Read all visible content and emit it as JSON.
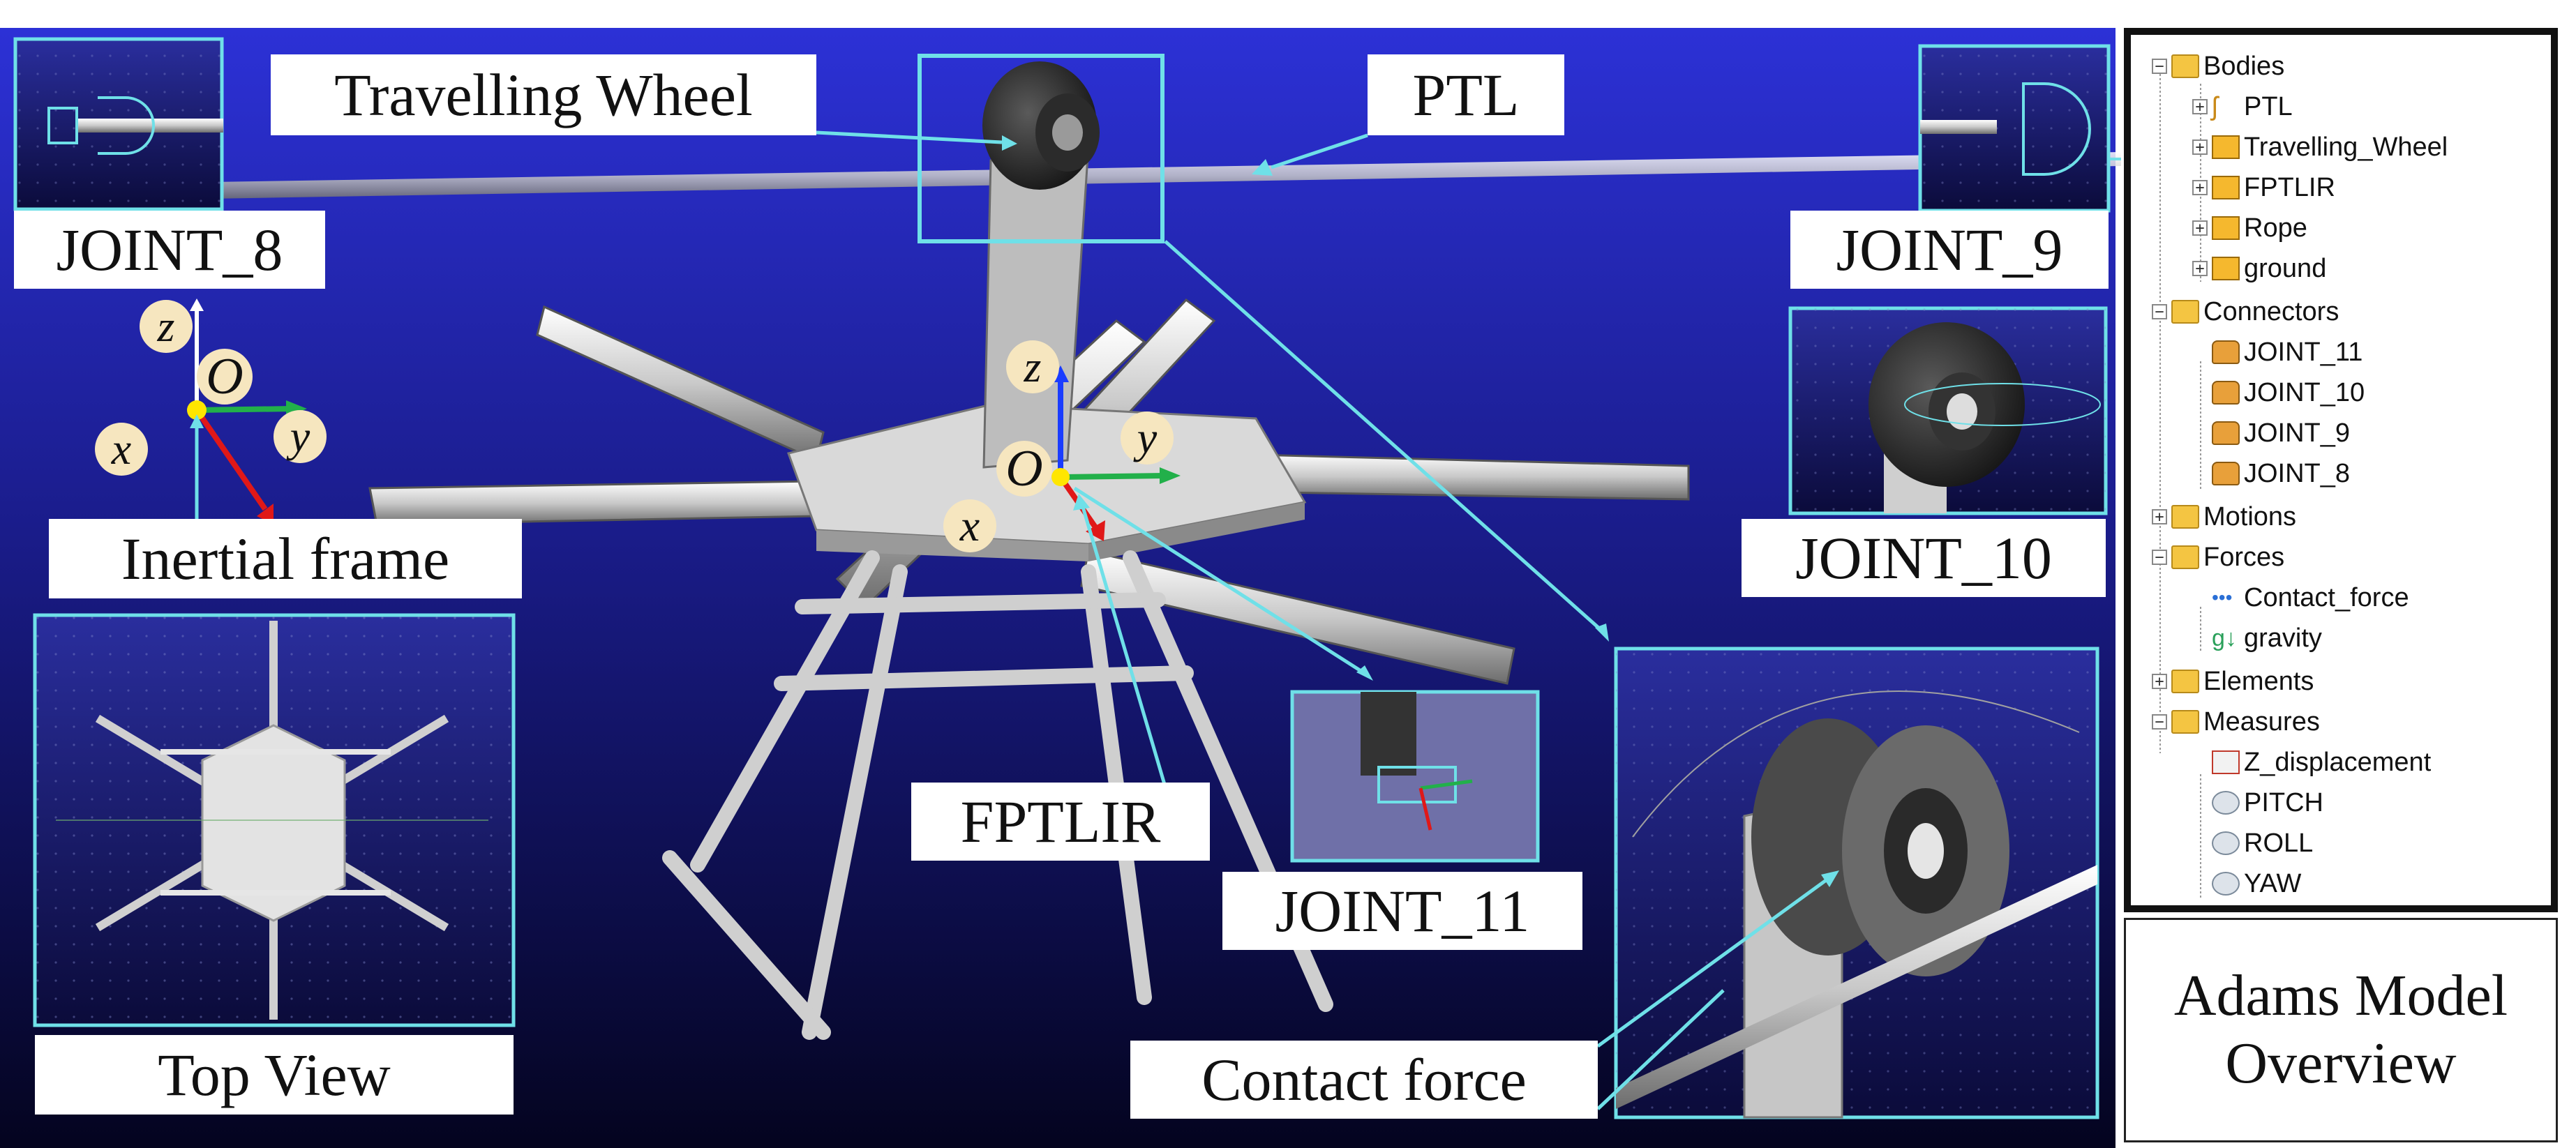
{
  "callouts": {
    "travelling_wheel": "Travelling Wheel",
    "ptl": "PTL",
    "joint_8": "JOINT_8",
    "joint_9": "JOINT_9",
    "joint_10": "JOINT_10",
    "joint_11": "JOINT_11",
    "inertial_frame": "Inertial frame",
    "top_view": "Top View",
    "fptlir": "FPTLIR",
    "contact_force": "Contact force"
  },
  "axes": {
    "inertial": {
      "z": "z",
      "y": "y",
      "x": "x",
      "origin": "O"
    },
    "body": {
      "z": "z",
      "y": "y",
      "x": "x",
      "origin": "O"
    }
  },
  "tree": {
    "bodies": "Bodies",
    "ptl": "PTL",
    "travelling_wheel": "Travelling_Wheel",
    "fptlir": "FPTLIR",
    "rope": "Rope",
    "ground": "ground",
    "connectors": "Connectors",
    "joint_11": "JOINT_11",
    "joint_10": "JOINT_10",
    "joint_9": "JOINT_9",
    "joint_8": "JOINT_8",
    "motions": "Motions",
    "forces": "Forces",
    "contact_force": "Contact_force",
    "gravity": "gravity",
    "elements": "Elements",
    "measures": "Measures",
    "z_displacement": "Z_displacement",
    "pitch": "PITCH",
    "roll": "ROLL",
    "yaw": "YAW"
  },
  "overview": {
    "line1": "Adams Model",
    "line2": "Overview"
  },
  "colors": {
    "viewport_top": "#2a2fd0",
    "viewport_bottom": "#05052a",
    "callout_line": "#6fe0e8",
    "axis_z": "#1a3cff",
    "axis_y": "#22b04a",
    "axis_x": "#e01818",
    "origin_dot": "#ffe600"
  }
}
